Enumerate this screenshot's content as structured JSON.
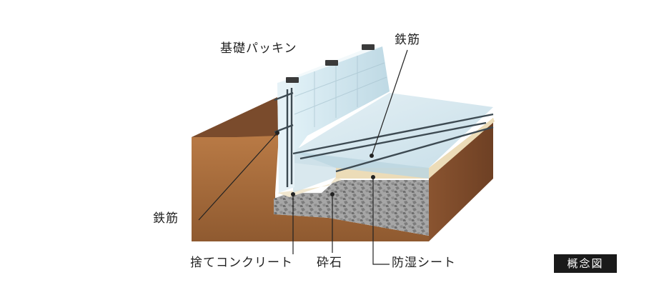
{
  "labels": {
    "foundation_packing": "基礎パッキン",
    "rebar_top": "鉄筋",
    "rebar_left": "鉄筋",
    "lean_concrete": "捨てコンクリート",
    "crushed_stone": "砕石",
    "moisture_sheet": "防湿シート"
  },
  "badge": "概念図",
  "colors": {
    "soil_front": "#a86a3a",
    "soil_top": "#8a5a36",
    "concrete": "#cfe2ea",
    "gravel": "#9a9a9a",
    "lean_concrete": "#f0e6cc",
    "leader": "#222222"
  }
}
